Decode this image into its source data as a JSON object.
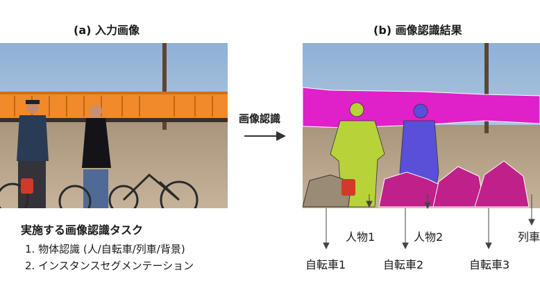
{
  "left_panel": {
    "title": "(a) 入力画像"
  },
  "right_panel": {
    "title": "(b) 画像認識結果"
  },
  "arrow_label": "画像認識",
  "tasks": {
    "heading": "実施する画像認識タスク",
    "items": [
      "1.  物体認識 (人/自転車/列車/背景)",
      "2.  インスタンスセグメンテーション"
    ]
  },
  "segment_labels": {
    "person1": "人物1",
    "person2": "人物2",
    "train": "列車",
    "bike1": "自転車1",
    "bike2": "自転車2",
    "bike3": "自転車3"
  },
  "colors": {
    "train_mask": "#e020c8",
    "person1_mask": "#b8d23a",
    "person2_mask": "#5a4fd8",
    "bike_masks": "#c0208a",
    "train_body": "#f08a2a"
  }
}
